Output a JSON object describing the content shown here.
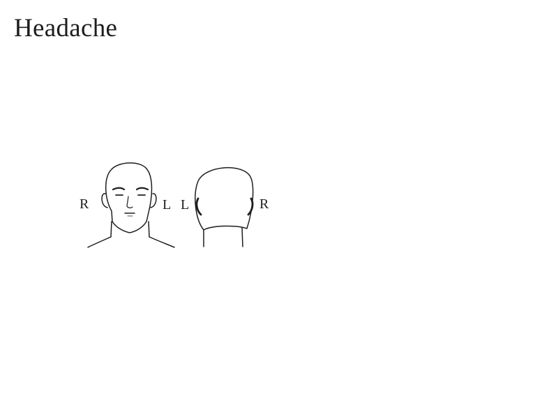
{
  "page": {
    "title": "Headache"
  },
  "front_view": {
    "label_left": "R",
    "label_right": "L"
  },
  "back_view": {
    "label_left": "L",
    "label_right": "R"
  },
  "colors": {
    "ink": "#1e1e1e",
    "background": "#ffffff"
  }
}
